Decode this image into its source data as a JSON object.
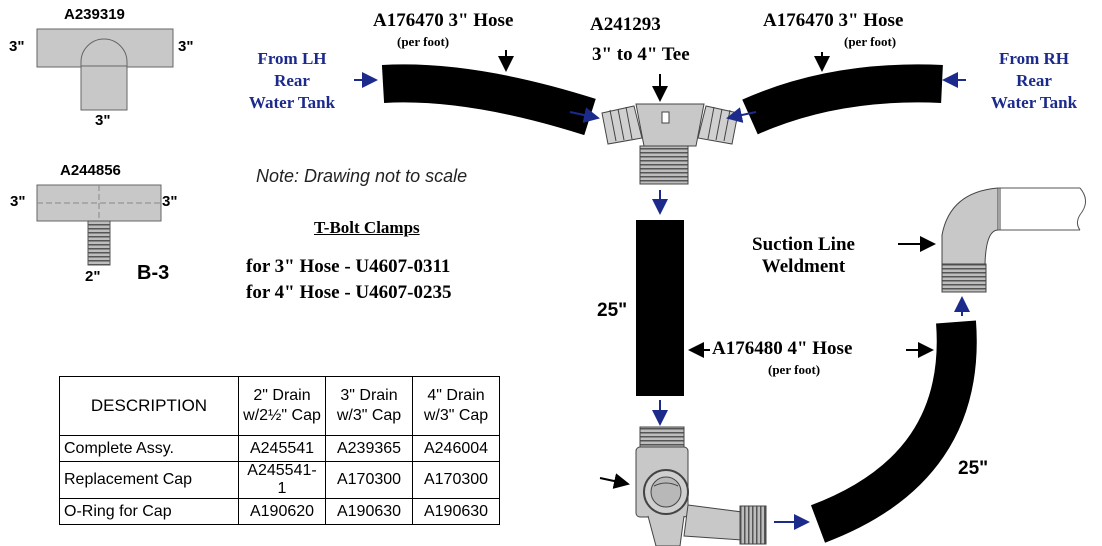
{
  "fittings": {
    "tee1": {
      "part": "A239319",
      "left": "3\"",
      "right": "3\"",
      "bottom": "3\""
    },
    "tee2": {
      "part": "A244856",
      "left": "3\"",
      "right": "3\"",
      "bottom": "2\"",
      "code": "B-3"
    }
  },
  "hoses": {
    "left": {
      "part": "A176470 3\" Hose",
      "unit": "(per foot)"
    },
    "right": {
      "part": "A176470 3\" Hose",
      "unit": "(per foot)"
    },
    "vertical": {
      "part": "A176480 4\" Hose",
      "unit": "(per foot)",
      "length": "25\""
    },
    "curved_length": "25\""
  },
  "tee_main": {
    "part": "A241293",
    "desc": "3\" to 4\" Tee"
  },
  "sources": {
    "left": [
      "From LH",
      "Rear",
      "Water Tank"
    ],
    "right": [
      "From RH",
      "Rear",
      "Water Tank"
    ]
  },
  "suction": [
    "Suction Line",
    "Weldment"
  ],
  "note": "Note: Drawing not to scale",
  "clamps": {
    "title": "T-Bolt Clamps",
    "line1": "for 3\" Hose - U4607-0311",
    "line2": "for 4\" Hose - U4607-0235"
  },
  "table": {
    "headers": [
      "DESCRIPTION",
      "2\" Drain",
      "w/2½\" Cap",
      "3\" Drain",
      "w/3\" Cap",
      "4\" Drain",
      "w/3\" Cap"
    ],
    "rows": [
      [
        "Complete Assy.",
        "A245541",
        "A239365",
        "A246004"
      ],
      [
        "Replacement Cap",
        "A245541-1",
        "A170300",
        "A170300"
      ],
      [
        "O-Ring for Cap",
        "A190620",
        "A190630",
        "A190630"
      ]
    ]
  },
  "colors": {
    "arrow_blue": "#1c2a8c",
    "fitting_gray": "#c8c8c8",
    "hose_black": "#000000"
  }
}
